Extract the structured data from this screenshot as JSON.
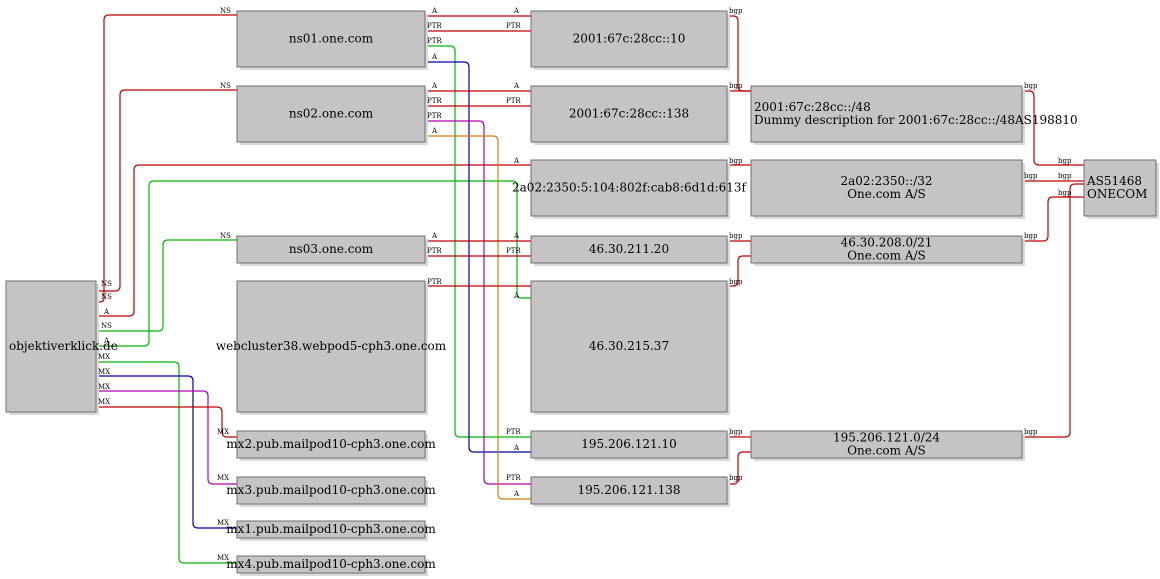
{
  "colors": {
    "red": "#c00000",
    "green": "#00b800",
    "blue": "#0000a8",
    "magenta": "#b000b0",
    "orange": "#d08000",
    "node_fill": "#c6c3c6"
  },
  "nodes": [
    {
      "id": "objektiverklick",
      "lines": [
        "objektiverklick.de"
      ]
    },
    {
      "id": "ns01",
      "lines": [
        "ns01.one.com"
      ]
    },
    {
      "id": "ns02",
      "lines": [
        "ns02.one.com"
      ]
    },
    {
      "id": "ns03",
      "lines": [
        "ns03.one.com"
      ]
    },
    {
      "id": "webcluster",
      "lines": [
        "webcluster38.webpod5-cph3.one.com"
      ]
    },
    {
      "id": "mx2",
      "lines": [
        "mx2.pub.mailpod10-cph3.one.com"
      ]
    },
    {
      "id": "mx3",
      "lines": [
        "mx3.pub.mailpod10-cph3.one.com"
      ]
    },
    {
      "id": "mx1",
      "lines": [
        "mx1.pub.mailpod10-cph3.one.com"
      ]
    },
    {
      "id": "mx4",
      "lines": [
        "mx4.pub.mailpod10-cph3.one.com"
      ]
    },
    {
      "id": "ip6_10",
      "lines": [
        "2001:67c:28cc::10"
      ]
    },
    {
      "id": "ip6_138",
      "lines": [
        "2001:67c:28cc::138"
      ]
    },
    {
      "id": "ip6_ws",
      "lines": [
        "2a02:2350:5:104:802f:cab8:6d1d:613f"
      ]
    },
    {
      "id": "ip_211",
      "lines": [
        "46.30.211.20"
      ]
    },
    {
      "id": "ip_215",
      "lines": [
        "46.30.215.37"
      ]
    },
    {
      "id": "ip_195_10",
      "lines": [
        "195.206.121.10"
      ]
    },
    {
      "id": "ip_195_138",
      "lines": [
        "195.206.121.138"
      ]
    },
    {
      "id": "pfx_6_48",
      "lines": [
        "2001:67c:28cc::/48",
        "Dummy description for 2001:67c:28cc::/48AS198810"
      ]
    },
    {
      "id": "pfx_2a02",
      "lines": [
        "2a02:2350::/32",
        "One.com A/S"
      ]
    },
    {
      "id": "pfx_46",
      "lines": [
        "46.30.208.0/21",
        "One.com A/S"
      ]
    },
    {
      "id": "pfx_195",
      "lines": [
        "195.206.121.0/24",
        "One.com A/S"
      ]
    },
    {
      "id": "asn",
      "lines": [
        "AS51468",
        "ONECOM"
      ]
    }
  ],
  "edge_labels": {
    "ns": "NS",
    "a": "A",
    "ptr": "PTR",
    "mx": "MX",
    "bgp": "bgp"
  }
}
